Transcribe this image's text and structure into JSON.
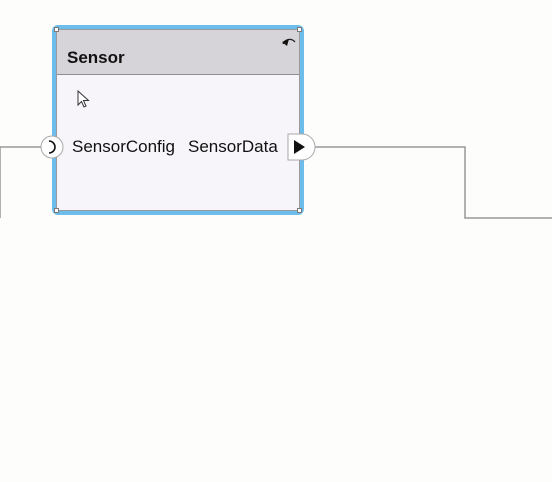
{
  "block": {
    "title": "Sensor",
    "input_port": {
      "label": "SensorConfig",
      "icon": "client-port-icon"
    },
    "output_port": {
      "label": "SensorData",
      "icon": "output-port-arrow-icon"
    },
    "corner_icon": "rotate-arrow-icon",
    "selected": true
  },
  "cursor": {
    "icon": "mouse-pointer-icon"
  },
  "colors": {
    "selection": "#6cbcec",
    "header": "#d6d4d8",
    "body": "#f7f5fa",
    "wire": "#9a9a9a",
    "background": "#fdfdfc"
  }
}
